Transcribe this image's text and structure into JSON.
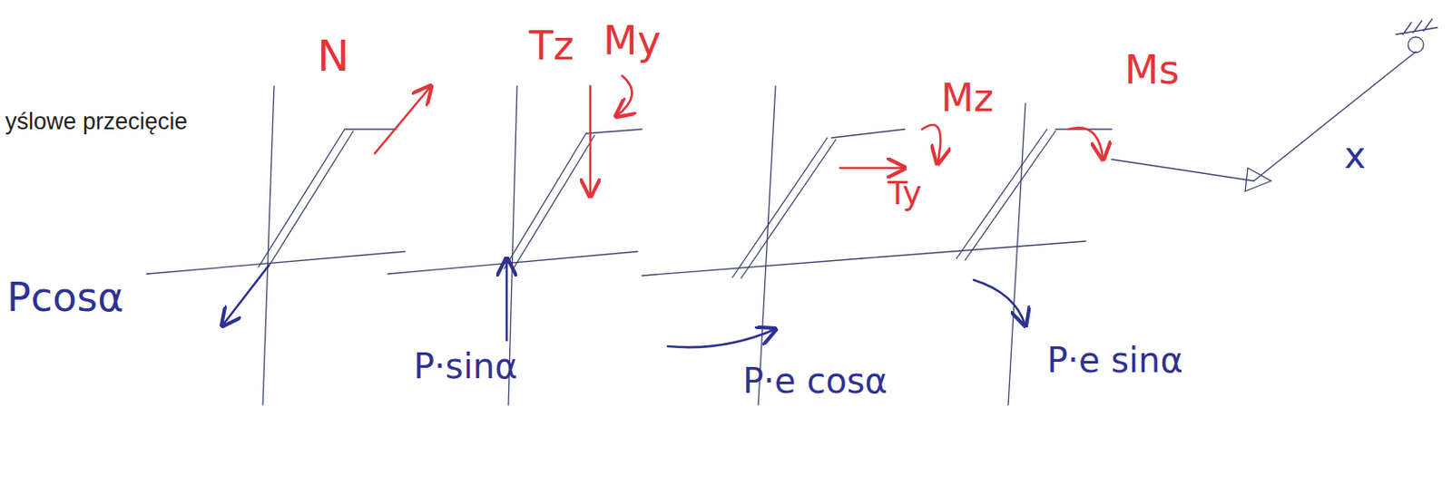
{
  "diagram": {
    "labels": [
      "yślowe przecięcie",
      "N",
      "Tz",
      "My",
      "Mz",
      "Ty",
      "Ms",
      "x",
      "Pcosα",
      "P·sinα",
      "P·e cosα",
      "P·e sinα"
    ]
  }
}
